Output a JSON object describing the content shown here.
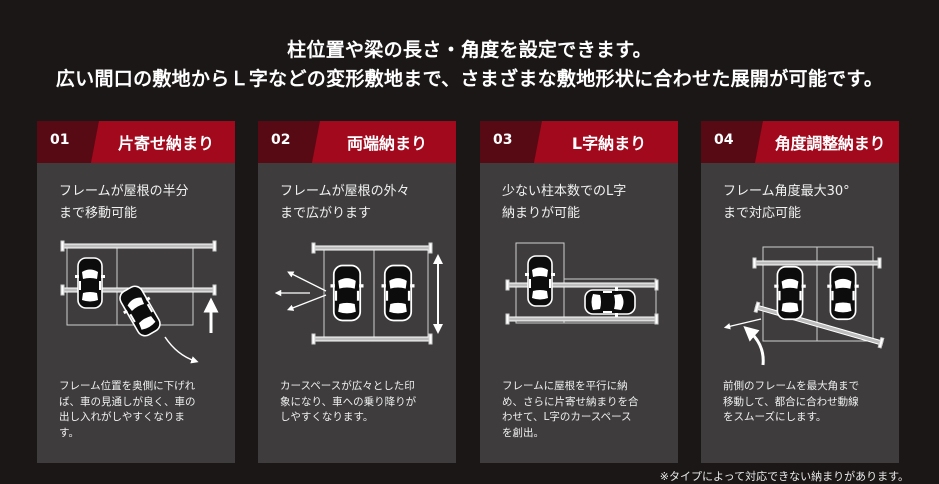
{
  "headline": {
    "line1": "柱位置や梁の長さ・角度を設定できます。",
    "line2": "広い間口の敷地からＬ字などの変形敷地まで、さまざまな敷地形状に合わせた展開が可能です。"
  },
  "cards": [
    {
      "number": "01",
      "title": "片寄せ納まり",
      "desc_lines": [
        "フレームが屋根の半分",
        "まで移動可能"
      ],
      "body_lines": [
        "フレーム位置を奥側に下げれ",
        "ば、車の見通しが良く、車の",
        "出し入れがしやすくなりま",
        "す。"
      ]
    },
    {
      "number": "02",
      "title": "両端納まり",
      "desc_lines": [
        "フレームが屋根の外々",
        "まで広がります"
      ],
      "body_lines": [
        "カースペースが広々とした印",
        "象になり、車への乗り降りが",
        "しやすくなります。"
      ]
    },
    {
      "number": "03",
      "title": "L字納まり",
      "desc_lines": [
        "少ない柱本数でのL字",
        "納まりが可能"
      ],
      "body_lines": [
        "フレームに屋根を平行に納",
        "め、さらに片寄せ納まりを合",
        "わせて、L字のカースペース",
        "を創出。"
      ]
    },
    {
      "number": "04",
      "title": "角度調整納まり",
      "desc_lines": [
        "フレーム角度最大30°",
        "まで対応可能"
      ],
      "body_lines": [
        "前側のフレームを最大角まで",
        "移動して、都合に合わせ動線",
        "をスムーズにします。"
      ]
    }
  ],
  "footnote": "※タイプによって対応できない納まりがあります。",
  "colors": {
    "background": "#1b1717",
    "card": "#3e3c3c",
    "header_red": "#a3091d",
    "header_dark": "#580a14"
  }
}
